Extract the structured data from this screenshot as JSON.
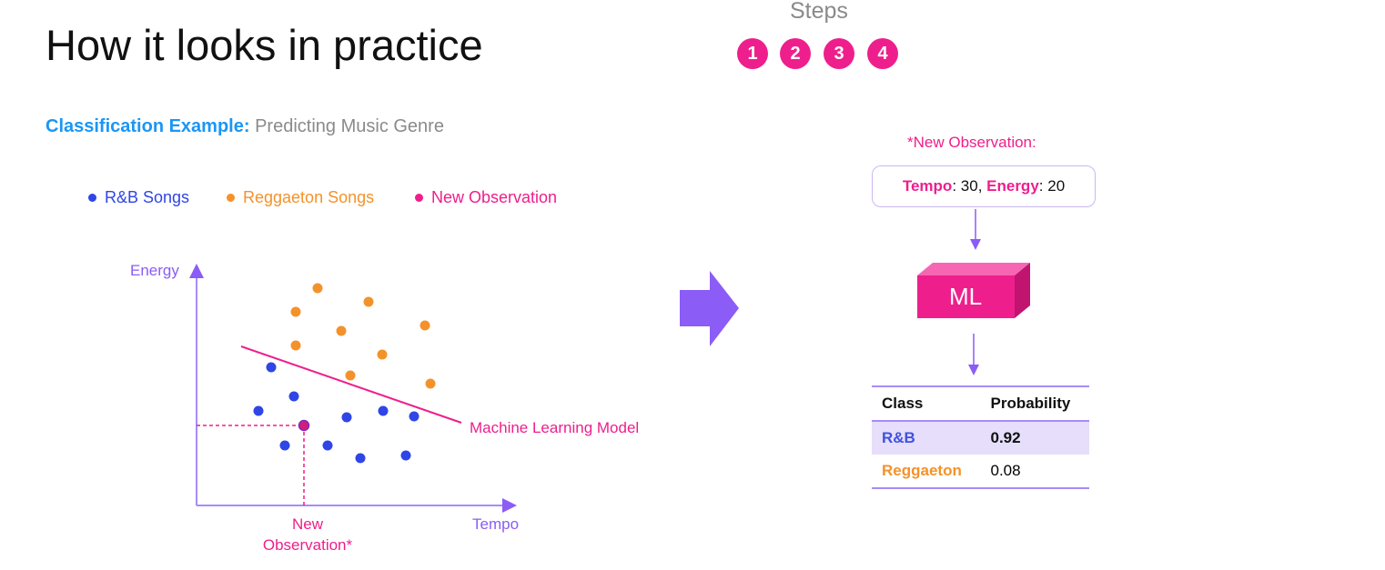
{
  "title": "How it looks in practice",
  "steps": {
    "label": "Steps",
    "items": [
      "1",
      "2",
      "3",
      "4"
    ]
  },
  "subtitle": {
    "strong": "Classification Example:",
    "rest": "Predicting Music Genre"
  },
  "legend": [
    {
      "label": "R&B Songs",
      "color": "#2f45e6"
    },
    {
      "label": "Reggaeton Songs",
      "color": "#f4922a"
    },
    {
      "label": "New Observation",
      "color": "#ee1f8c"
    }
  ],
  "plot": {
    "y_label": "Energy",
    "x_label": "Tempo",
    "model_label": "Machine Learning Model",
    "new_obs_label_line1": "New",
    "new_obs_label_line2": "Observation*"
  },
  "observation": {
    "header": "*New Observation:",
    "tempo_key": "Tempo",
    "tempo_value": "30",
    "energy_key": "Energy",
    "energy_value": "20"
  },
  "model": {
    "label": "ML"
  },
  "results": {
    "headers": [
      "Class",
      "Probability"
    ],
    "rows": [
      {
        "class": "R&B",
        "probability": "0.92"
      },
      {
        "class": "Reggaeton",
        "probability": "0.08"
      }
    ]
  },
  "colors": {
    "accent_pink": "#ee1f8c",
    "accent_purple": "#8b5cf6",
    "blue": "#2f45e6",
    "orange": "#f4922a"
  }
}
